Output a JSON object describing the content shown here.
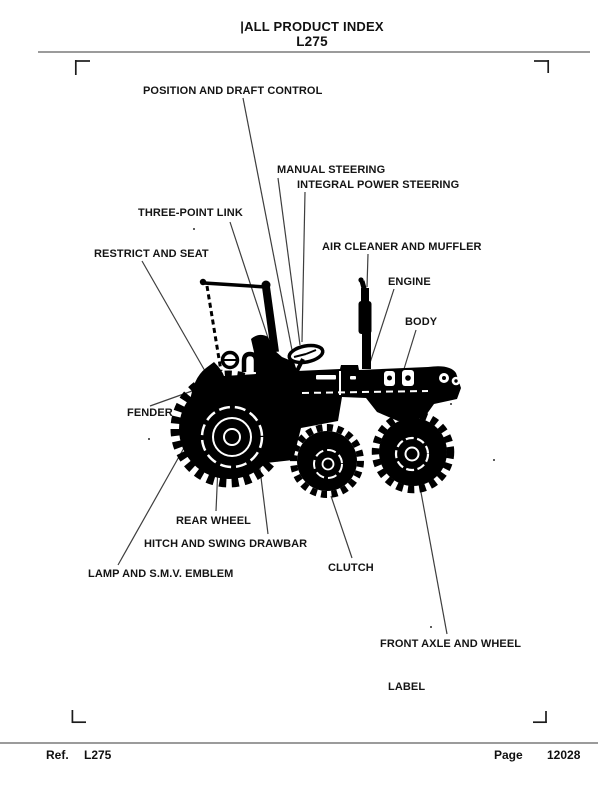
{
  "page": {
    "header": {
      "title": "|ALL PRODUCT INDEX",
      "model": "L275"
    },
    "footer": {
      "ref_label": "Ref.",
      "ref_value": "L275",
      "page_label": "Page",
      "page_number": "12028"
    }
  },
  "diagram": {
    "subject": "tractor silhouette illustration",
    "labels": [
      "POSITION AND DRAFT CONTROL",
      "MANUAL STEERING",
      "INTEGRAL POWER STEERING",
      "THREE-POINT LINK",
      "AIR CLEANER AND MUFFLER",
      "RESTRICT AND SEAT",
      "ENGINE",
      "BODY",
      "FENDER",
      "REAR WHEEL",
      "HITCH AND SWING DRAWBAR",
      "LAMP AND S.M.V. EMBLEM",
      "CLUTCH",
      "FRONT AXLE AND WHEEL",
      "LABEL"
    ]
  }
}
